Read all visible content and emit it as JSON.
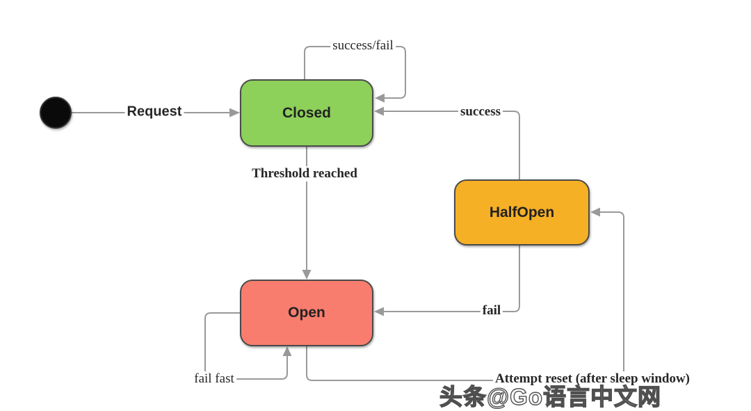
{
  "diagram": {
    "type": "state-machine",
    "subject": "circuit-breaker",
    "colors": {
      "line": "#999999",
      "closed_fill": "#8dd05a",
      "open_fill": "#f97d6f",
      "halfopen_fill": "#f6b026",
      "node_border": "#4a4a4a",
      "initial_fill": "#0a0a0a"
    },
    "nodes": {
      "initial": {
        "type": "initial-state-dot"
      },
      "closed": {
        "label": "Closed"
      },
      "open": {
        "label": "Open"
      },
      "halfopen": {
        "label": "HalfOpen"
      }
    },
    "edges": {
      "request": {
        "label": "Request",
        "from": "initial",
        "to": "closed"
      },
      "success_fail": {
        "label": "success/fail",
        "from": "closed",
        "to": "closed"
      },
      "threshold": {
        "label": "Threshold reached",
        "from": "closed",
        "to": "open"
      },
      "success": {
        "label": "success",
        "from": "halfopen",
        "to": "closed"
      },
      "fail": {
        "label": "fail",
        "from": "halfopen",
        "to": "open"
      },
      "fail_fast": {
        "label": "fail fast",
        "from": "open",
        "to": "open"
      },
      "attempt_reset": {
        "label": "Attempt reset (after sleep window)",
        "from": "open",
        "to": "halfopen"
      }
    }
  },
  "watermark": {
    "text": "头条@Go语言中文网"
  }
}
